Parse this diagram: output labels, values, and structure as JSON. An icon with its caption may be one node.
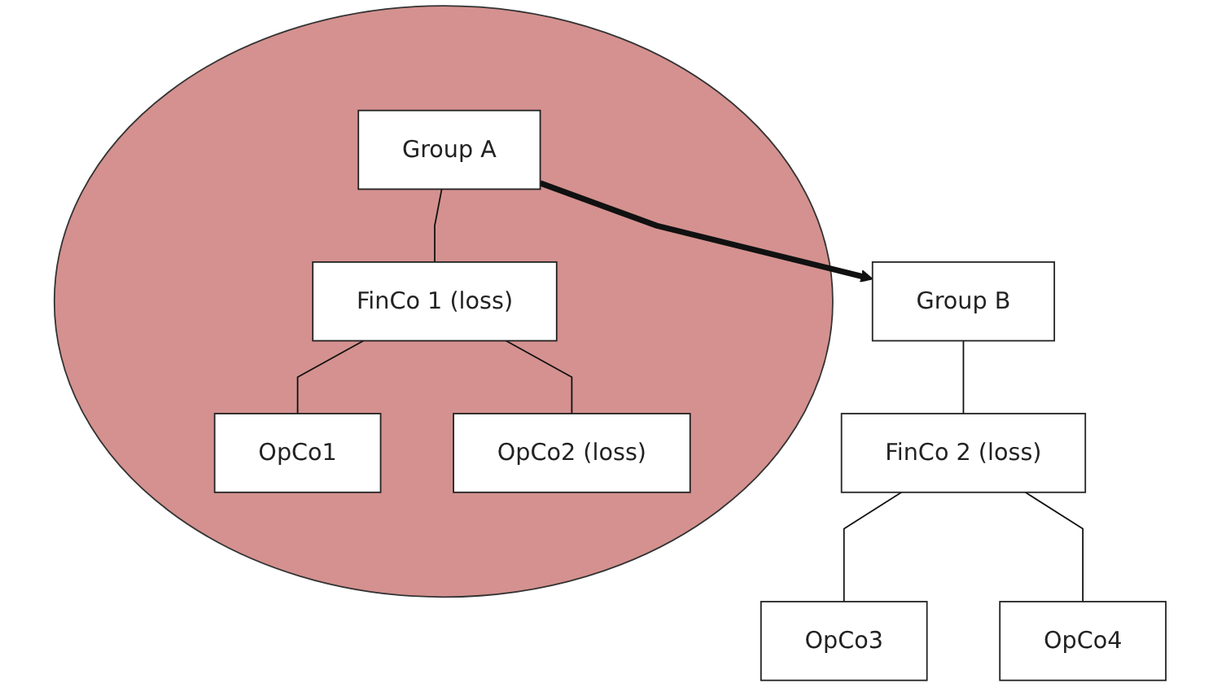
{
  "diagram": {
    "nodes": [
      {
        "text": [],
        "shape": "circle"
      },
      {
        "text": [
          "Group A"
        ],
        "in": 0
      },
      {
        "text": [
          "FinCo 1 (loss)"
        ],
        "in": 0
      },
      {
        "text": [
          "OpCo1"
        ],
        "in": 0
      },
      {
        "text": [
          "OpCo2 (loss)"
        ],
        "in": 0
      },
      {
        "text": [
          "Group B"
        ]
      },
      {
        "text": [
          "FinCo 2 (loss)"
        ]
      },
      {
        "text": [
          "OpCo3"
        ]
      },
      {
        "text": [
          "OpCo4"
        ]
      }
    ],
    "edges": [
      {
        "from": 1,
        "to": 2,
        "arrow": "none"
      },
      {
        "from": 2,
        "to": 3,
        "arrow": "none"
      },
      {
        "from": 2,
        "to": 4,
        "arrow": "none"
      },
      {
        "from": 1,
        "to": 5,
        "arrow": "to",
        "style": "thick"
      },
      {
        "from": 5,
        "to": 6,
        "arrow": "none"
      },
      {
        "from": 6,
        "to": 7,
        "arrow": "none"
      },
      {
        "from": 6,
        "to": 8,
        "arrow": "none"
      }
    ]
  }
}
